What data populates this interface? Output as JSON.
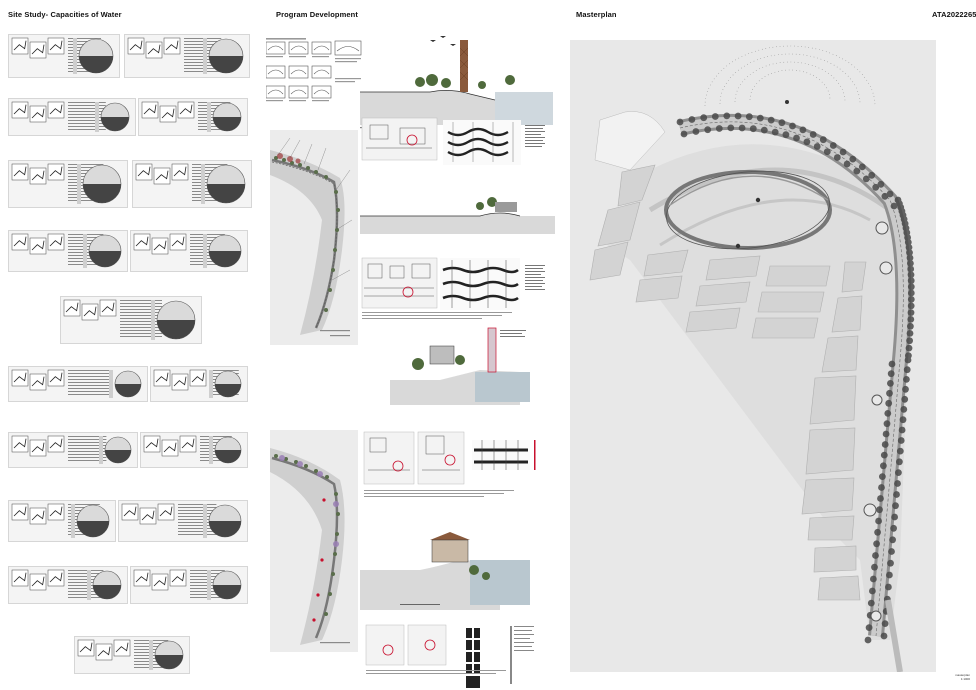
{
  "headers": {
    "site_study": "Site Study- Capacities of Water",
    "program_development": "Program Development",
    "masterplan": "Masterplan",
    "project_code": "ATA2022265"
  },
  "masterplan": {
    "scale_label": "masterplan",
    "scale_value": "1:1000"
  },
  "colors": {
    "background": "#ffffff",
    "site_ground": "#e6e6e6",
    "plot_fill": "#d3d3d3",
    "accent_red": "#c8102e",
    "water": "#cfd8de"
  },
  "icons": [
    "arrow-icon",
    "tree-icon",
    "circle-diagram-icon",
    "section-diagram-icon"
  ]
}
